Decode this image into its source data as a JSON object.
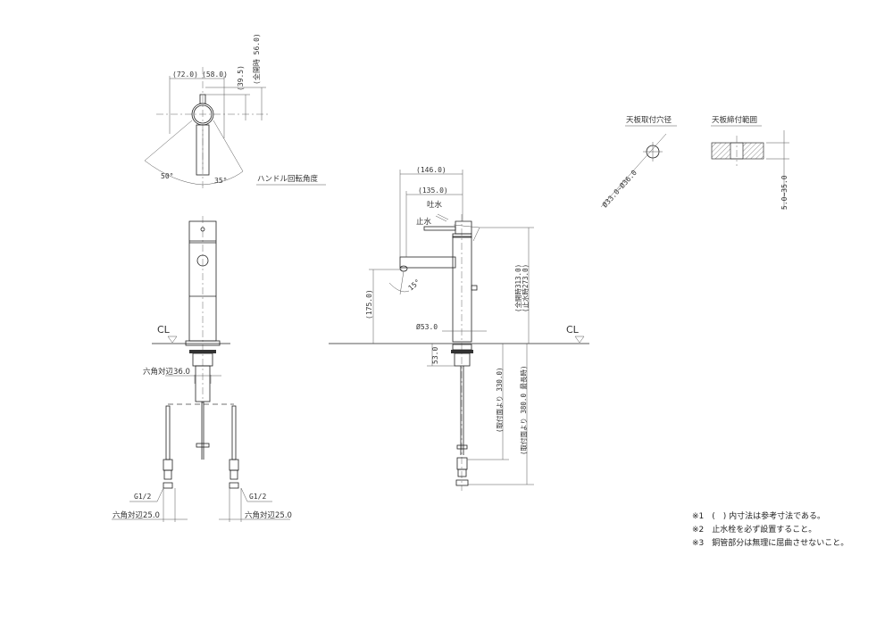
{
  "top_view": {
    "dim_left": "(72.0)",
    "dim_right": "(58.0)",
    "dim_39": "(39.5)",
    "dim_56": "(全開時 56.0)",
    "angle_left": "50°",
    "angle_right": "35°",
    "caption": "ハンドル回転角度"
  },
  "front_view": {
    "cl": "CL",
    "hex36": "六角対辺36.0",
    "g_left": "G1/2",
    "g_right": "G1/2",
    "hex25_left": "六角対辺25.0",
    "hex25_right": "六角対辺25.0"
  },
  "side_view": {
    "dim_146": "(146.0)",
    "dim_135": "(135.0)",
    "spout_open": "吐水",
    "spout_stop": "止水",
    "angle": "15°",
    "dim_175": "(175.0)",
    "dim_dia53": "Ø53.0",
    "dim_313": "(全開時313.0)",
    "dim_273": "(止水時273.0)",
    "cl": "CL",
    "dim_53": "53.0",
    "dim_330": "(取付面より 330.0)",
    "dim_380": "(取付面より 380.0 最長時)"
  },
  "hole": {
    "title": "天板取付穴径",
    "dim": "Ø33.0~Ø36.0"
  },
  "clamp": {
    "title": "天板締付範囲",
    "dim": "5.0~35.0"
  },
  "notes": [
    "※1　(　) 内寸法は参考寸法である。",
    "※2　止水栓を必ず設置すること。",
    "※3　銅管部分は無理に屈曲させないこと。"
  ]
}
